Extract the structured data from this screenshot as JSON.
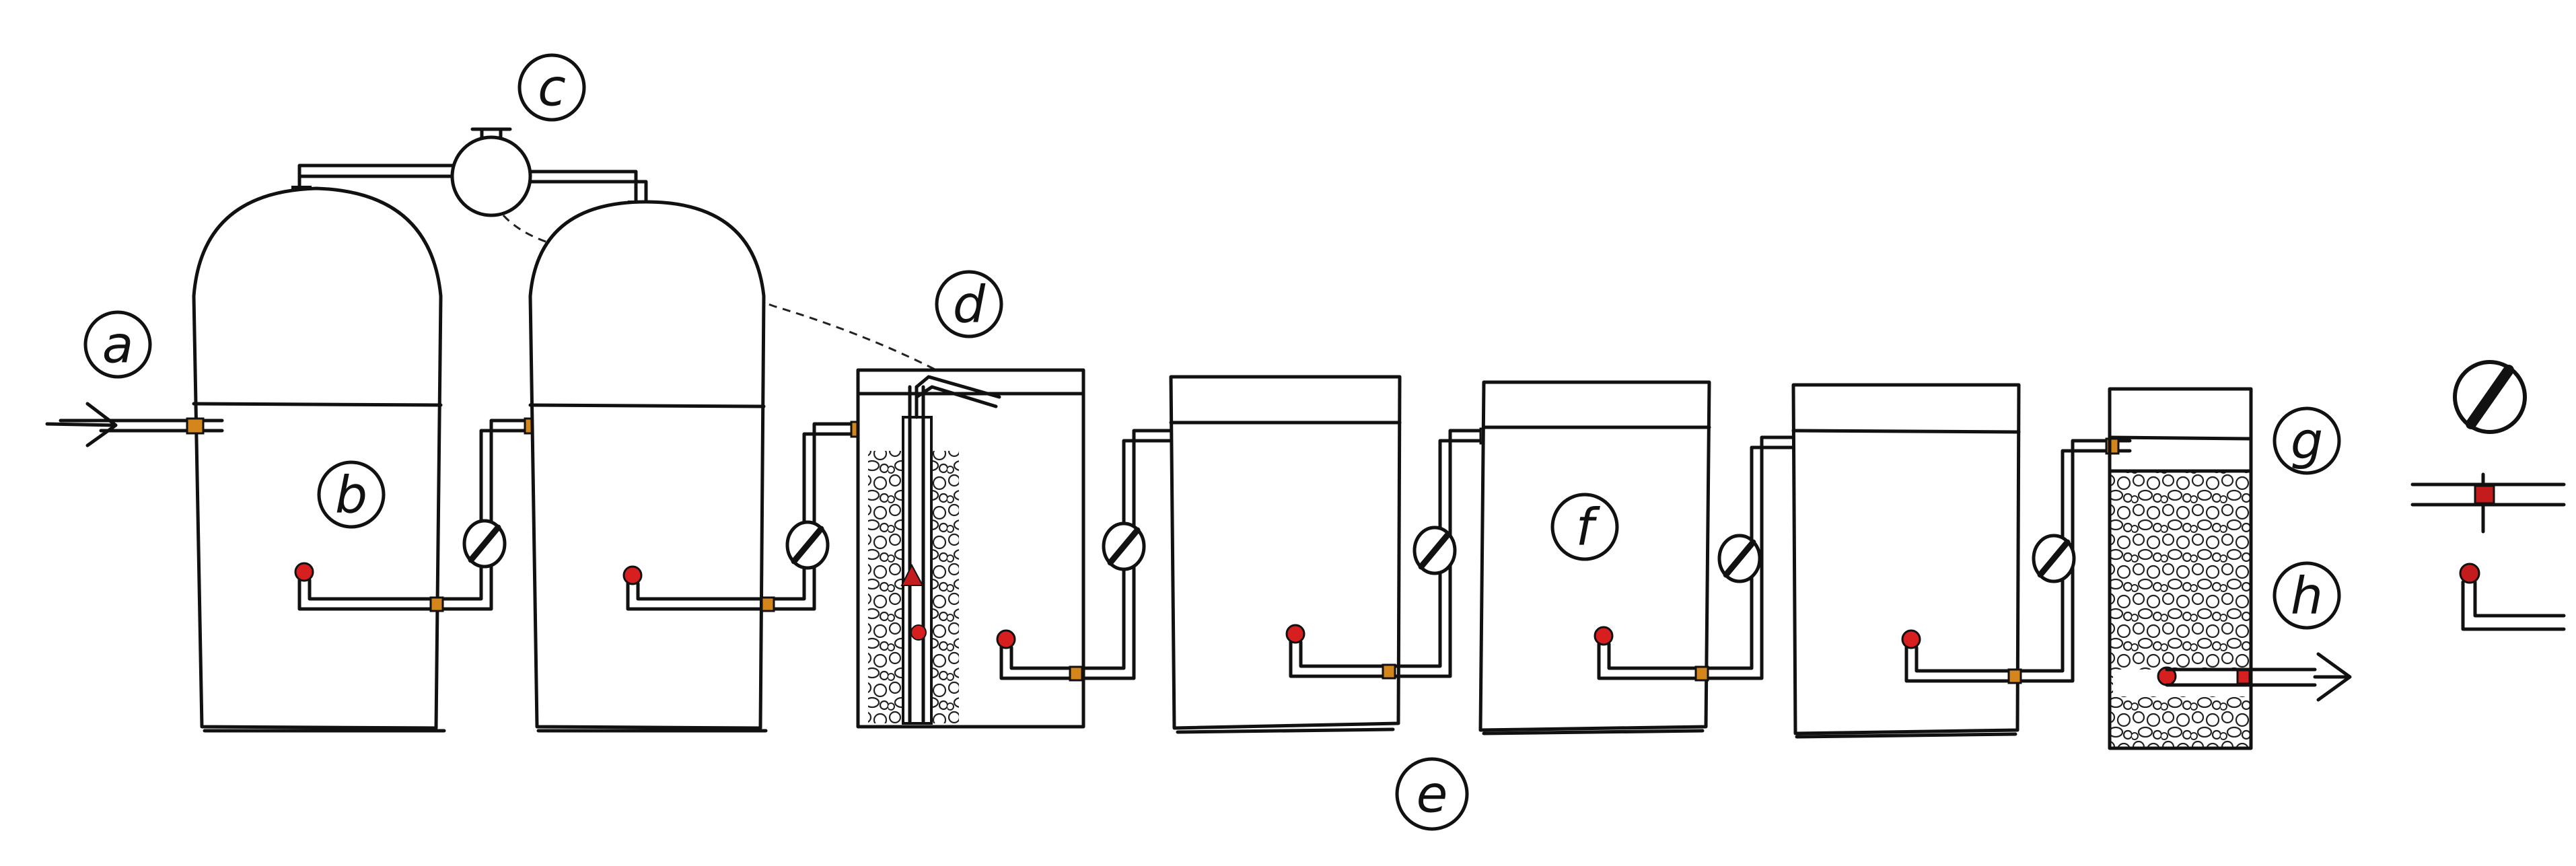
{
  "labels": {
    "a": "a",
    "b": "b",
    "c": "c",
    "d": "d",
    "e": "e",
    "f": "f",
    "g": "g",
    "h": "h"
  },
  "colors": {
    "ink": "#111111",
    "fitting": "#d4861c",
    "outlet": "#d81f1f",
    "valve_red": "#c41c1c"
  },
  "icons": {
    "inlet": "arrow-right-icon",
    "outlet": "arrow-right-icon",
    "valve": "valve-icon",
    "pipe_joint": "pipe-joint-icon",
    "outlet_elbow": "outlet-elbow-icon"
  }
}
